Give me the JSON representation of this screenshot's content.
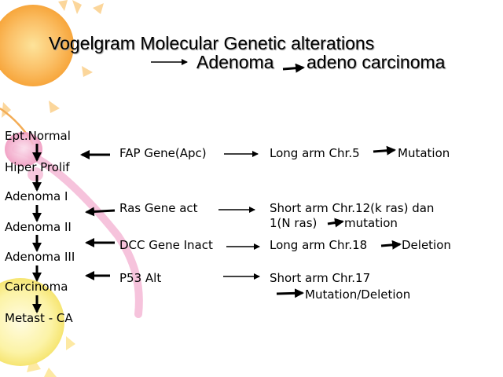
{
  "title": {
    "line1": "Vogelgram  Molecular Genetic alterations",
    "line2_from": "Adenoma",
    "line2_to": "adeno carcinoma"
  },
  "stages": [
    "Ept.Normal",
    "Hiper Prolif",
    "Adenoma I",
    "Adenoma II",
    "Adenoma III",
    "Carcinoma",
    "Metast - CA"
  ],
  "alterations": [
    {
      "gene": "FAP Gene(Apc)",
      "location": "Long arm Chr.5",
      "effect": "Mutation"
    },
    {
      "gene": "Ras Gene act",
      "location": "Short arm Chr.12(k ras) dan",
      "location_cont": "1(N ras)",
      "effect": "mutation"
    },
    {
      "gene": "DCC Gene Inact",
      "location": "Long arm Chr.18",
      "effect": "Deletion"
    },
    {
      "gene": "P53 Alt",
      "location": "Short arm Chr.17",
      "effect": "Mutation/Deletion"
    }
  ],
  "colors": {
    "sun_orange": "#f7b64e",
    "sun_yellow": "#fbe77a",
    "ribbon_pink": "#f3a3c8",
    "text": "#000000"
  }
}
